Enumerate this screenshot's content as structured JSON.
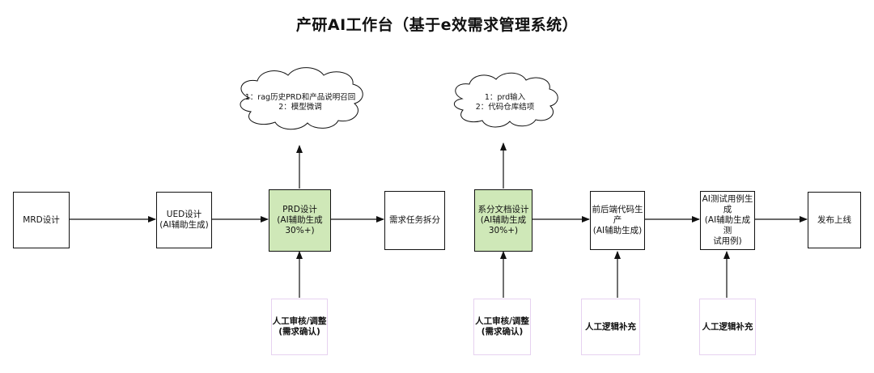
{
  "title": "产研AI工作台（基于e效需求管理系统）",
  "nodes": {
    "mrd": "MRD设计",
    "ued": "UED设计\n(AI辅助生成)",
    "prd": "PRD设计\n(AI辅助生成\n30%+)",
    "req_split": "需求任务拆分",
    "sys_doc": "系分文档设计\n(AI辅助生成\n30%+)",
    "code": "前后端代码生\n产\n(AI辅助生成)",
    "test": "AI测试用例生\n成\n(AI辅助生成测\n试用例)",
    "release": "发布上线",
    "review1": "人工审核/调整\n(需求确认)",
    "review2": "人工审核/调整\n(需求确认)",
    "logic1": "人工逻辑补充",
    "logic2": "人工逻辑补充"
  },
  "clouds": {
    "prd": [
      "1：rag历史PRD和产品说明召回",
      "2：模型微调"
    ],
    "sys": [
      "1：prd输入",
      "2：代码仓库结项"
    ]
  },
  "colors": {
    "highlight_fill": "#cfe8b8",
    "stroke": "#111111",
    "light_border": "#e6d2f0"
  }
}
